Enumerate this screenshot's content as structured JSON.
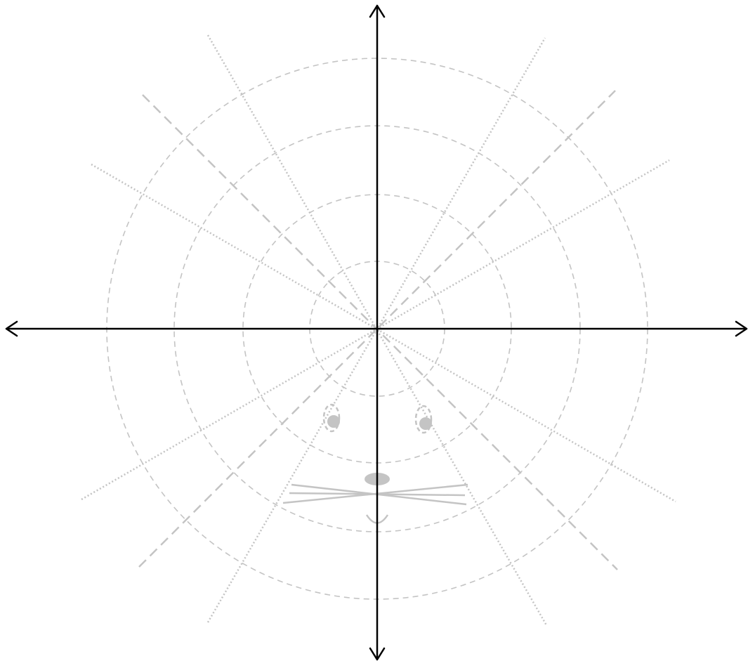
{
  "diagram": {
    "kind": "polar-grid-with-cat-face",
    "colors": {
      "axis": "#000000",
      "guide": "#c4c4c4",
      "face": "#c4c4c4",
      "background": "#ffffff"
    },
    "rings": {
      "count": 4,
      "style": "dashed"
    },
    "rays": {
      "dotted_angles_deg": [
        30,
        60,
        120,
        150
      ],
      "dashed_angles_deg": [
        45,
        135
      ]
    },
    "axes": {
      "x_arrows": "both-ends",
      "y_arrows": "both-ends"
    },
    "face_parts": [
      "left-eye",
      "right-eye",
      "nose",
      "whiskers",
      "mouth"
    ]
  }
}
